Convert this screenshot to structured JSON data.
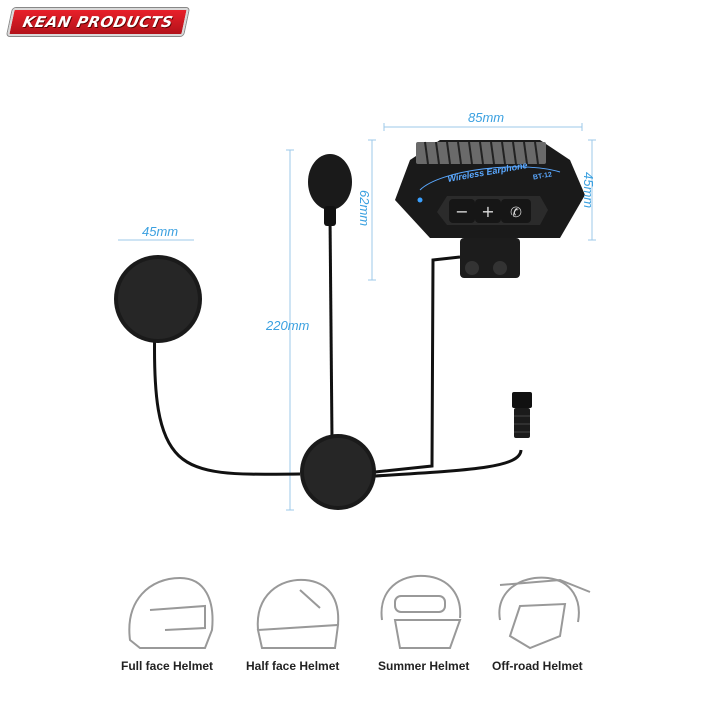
{
  "brand": {
    "logo_text": "KEAN PRODUCTS"
  },
  "dimensions": {
    "width": "85mm",
    "height": "45mm",
    "mic_width": "62mm",
    "speaker_diameter": "45mm",
    "cable_length": "220mm"
  },
  "device": {
    "brand_text": "Wireless Earphone",
    "model_text": "BT-12",
    "buttons": [
      "−",
      "+",
      "✆"
    ]
  },
  "helmets": [
    {
      "label": "Full face Helmet",
      "icon": "full-face-helmet-icon"
    },
    {
      "label": "Half face Helmet",
      "icon": "half-face-helmet-icon"
    },
    {
      "label": "Summer Helmet",
      "icon": "summer-helmet-icon"
    },
    {
      "label": "Off-road Helmet",
      "icon": "off-road-helmet-icon"
    }
  ],
  "colors": {
    "dimension": "#3aa0e0",
    "logo": "#e8202a",
    "device_accent": "#5aa8ff"
  }
}
